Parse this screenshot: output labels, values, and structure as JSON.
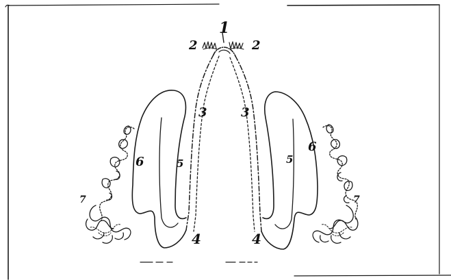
{
  "figure": {
    "labels": {
      "n1": "1",
      "n2_left": "2",
      "n2_right": "2",
      "n3_left": "3",
      "n3_right": "3",
      "n4_left": "4",
      "n4_right": "4",
      "n5_left": "5",
      "n5_right": "5",
      "n6_left": "6",
      "n6_right": "6",
      "n7_left": "7",
      "n7_right": "7"
    },
    "colors": {
      "ink": "#1a1a1a",
      "paper": "#ffffff"
    }
  }
}
